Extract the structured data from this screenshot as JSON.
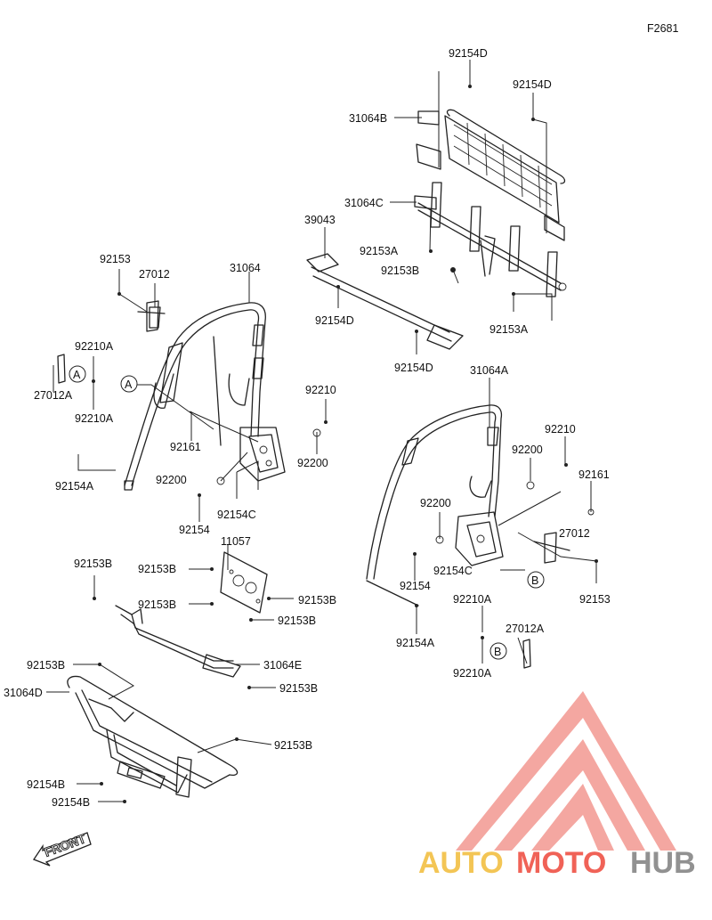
{
  "figure_code": "F2681",
  "callouts": {
    "A": "A",
    "B": "B"
  },
  "labels": {
    "p92154D_top": "92154D",
    "p92154D_right": "92154D",
    "p31064B": "31064B",
    "p31064C": "31064C",
    "p39043": "39043",
    "p92153A_upper": "92153A",
    "p92153B_upper": "92153B",
    "p92154D_mid": "92154D",
    "p92153A_lower": "92153A",
    "p92154D_low": "92154D",
    "p92153_left": "92153",
    "p27012_left": "27012",
    "p31064": "31064",
    "p92210A_l1": "92210A",
    "p27012A_left": "27012A",
    "p92210A_l2": "92210A",
    "p92161_left": "92161",
    "p92154A_left": "92154A",
    "p92210_left": "92210",
    "p92200_left_r": "92200",
    "p92200_left_l": "92200",
    "p92154_left": "92154",
    "p92154C_left": "92154C",
    "p31064A": "31064A",
    "p92210_right": "92210",
    "p92200_right_top": "92200",
    "p92161_right": "92161",
    "p92200_right_mid": "92200",
    "p27012_right": "27012",
    "p92154C_right": "92154C",
    "p92154_right": "92154",
    "p92153_right": "92153",
    "p92210A_r1": "92210A",
    "p27012A_right": "27012A",
    "p92210A_r2": "92210A",
    "p92154A_right": "92154A",
    "p11057": "11057",
    "p92153B_a": "92153B",
    "p92153B_b": "92153B",
    "p92153B_c": "92153B",
    "p92153B_d": "92153B",
    "p92153B_e": "92153B",
    "p31064E": "31064E",
    "p92153B_f": "92153B",
    "p92153B_g": "92153B",
    "p31064D": "31064D",
    "p92153B_h": "92153B",
    "p92154B_a": "92154B",
    "p92154B_b": "92154B"
  },
  "front_arrow": "FRONT",
  "watermark": {
    "auto": "AUTO",
    "moto": "MOTO",
    "hub": "HUB",
    "colors": {
      "auto": "#f3c24c",
      "moto": "#f05a4f",
      "hub": "#8c8c8c",
      "logo": "#f4a39c"
    }
  }
}
